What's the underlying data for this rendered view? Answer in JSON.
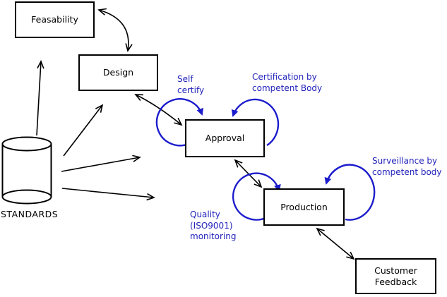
{
  "diagram": {
    "background": "#ffffff",
    "colors": {
      "line_black": "#000000",
      "annotation_blue": "#2222bb",
      "loop_blue": "#1c1ccc"
    },
    "nodes": {
      "feasability": {
        "label": "Feasability"
      },
      "design": {
        "label": "Design"
      },
      "approval": {
        "label": "Approval"
      },
      "production": {
        "label": "Production"
      },
      "customer_feedback": {
        "line1": "Customer",
        "line2": "Feedback"
      }
    },
    "datastore": {
      "label": "STANDARDS"
    },
    "annotations": {
      "self_certify": {
        "line1": "Self",
        "line2": "certify"
      },
      "certification": {
        "line1": "Certification by",
        "line2": "competent Body"
      },
      "surveillance": {
        "line1": "Surveillance by",
        "line2": "competent body"
      },
      "quality": {
        "line1": "Quality",
        "line2": "(ISO9001)",
        "line3": "monitoring"
      }
    },
    "edges": [
      "standards-to-feasability",
      "standards-to-design",
      "standards-to-approval",
      "standards-to-production",
      "feasability-design (two-way)",
      "design-approval (two-way)",
      "approval-production (two-way)",
      "production-customer-feedback (two-way)",
      "self-certify loop on approval",
      "certification loop on approval",
      "quality loop on production",
      "surveillance loop on production"
    ]
  }
}
